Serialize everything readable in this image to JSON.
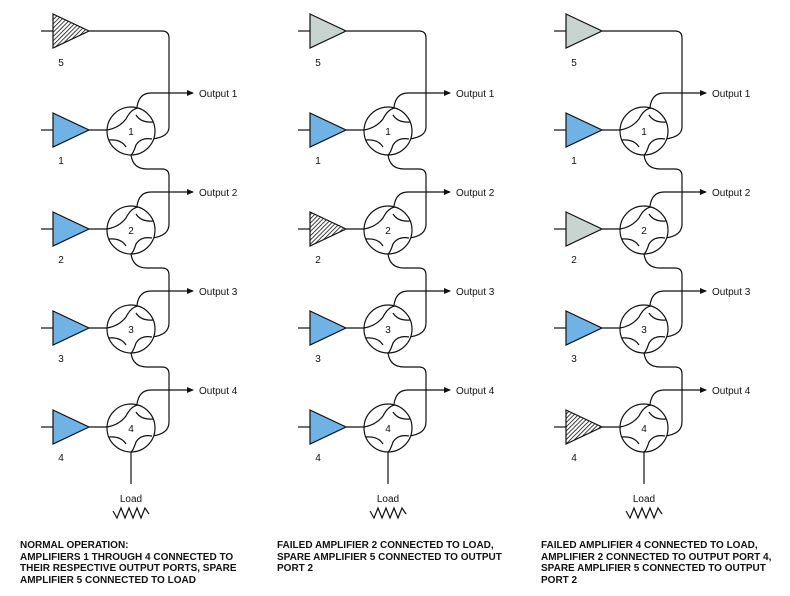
{
  "colors": {
    "active_amp": "#6fb3e6",
    "idle_amp": "#c9d3cf",
    "line": "#111111",
    "background": "#ffffff"
  },
  "panels": [
    {
      "id": "normal",
      "spare_label": "5",
      "amp_labels": [
        "1",
        "2",
        "3",
        "4"
      ],
      "switch_labels": [
        "1",
        "2",
        "3",
        "4"
      ],
      "output_labels": [
        "Output 1",
        "Output 2",
        "Output 3",
        "Output 4"
      ],
      "load_label": "Load",
      "amp_states": {
        "spare": "failed",
        "amps": [
          "active",
          "active",
          "active",
          "active"
        ]
      },
      "caption": [
        "NORMAL OPERATION:",
        "AMPLIFIERS 1 THROUGH 4 CONNECTED TO",
        "THEIR RESPECTIVE OUTPUT PORTS, SPARE",
        "AMPLIFIER 5 CONNECTED TO LOAD"
      ]
    },
    {
      "id": "failed-2",
      "spare_label": "5",
      "amp_labels": [
        "1",
        "2",
        "3",
        "4"
      ],
      "switch_labels": [
        "1",
        "2",
        "3",
        "4"
      ],
      "output_labels": [
        "Output 1",
        "Output 2",
        "Output 3",
        "Output 4"
      ],
      "load_label": "Load",
      "amp_states": {
        "spare": "idle",
        "amps": [
          "active",
          "failed",
          "active",
          "active"
        ]
      },
      "caption": [
        "FAILED AMPLIFIER 2 CONNECTED TO LOAD,",
        "SPARE AMPLIFIER 5 CONNECTED TO OUTPUT",
        "PORT 2"
      ]
    },
    {
      "id": "failed-4",
      "spare_label": "5",
      "amp_labels": [
        "1",
        "2",
        "3",
        "4"
      ],
      "switch_labels": [
        "1",
        "2",
        "3",
        "4"
      ],
      "output_labels": [
        "Output 1",
        "Output 2",
        "Output 3",
        "Output 4"
      ],
      "load_label": "Load",
      "amp_states": {
        "spare": "idle",
        "amps": [
          "active",
          "idle",
          "active",
          "failed"
        ]
      },
      "caption": [
        "FAILED AMPLIFIER 4 CONNECTED TO LOAD,",
        "AMPLIFIER 2 CONNECTED TO OUTPUT PORT 4,",
        "SPARE AMPLIFIER 5 CONNECTED TO OUTPUT",
        "PORT 2"
      ]
    }
  ]
}
